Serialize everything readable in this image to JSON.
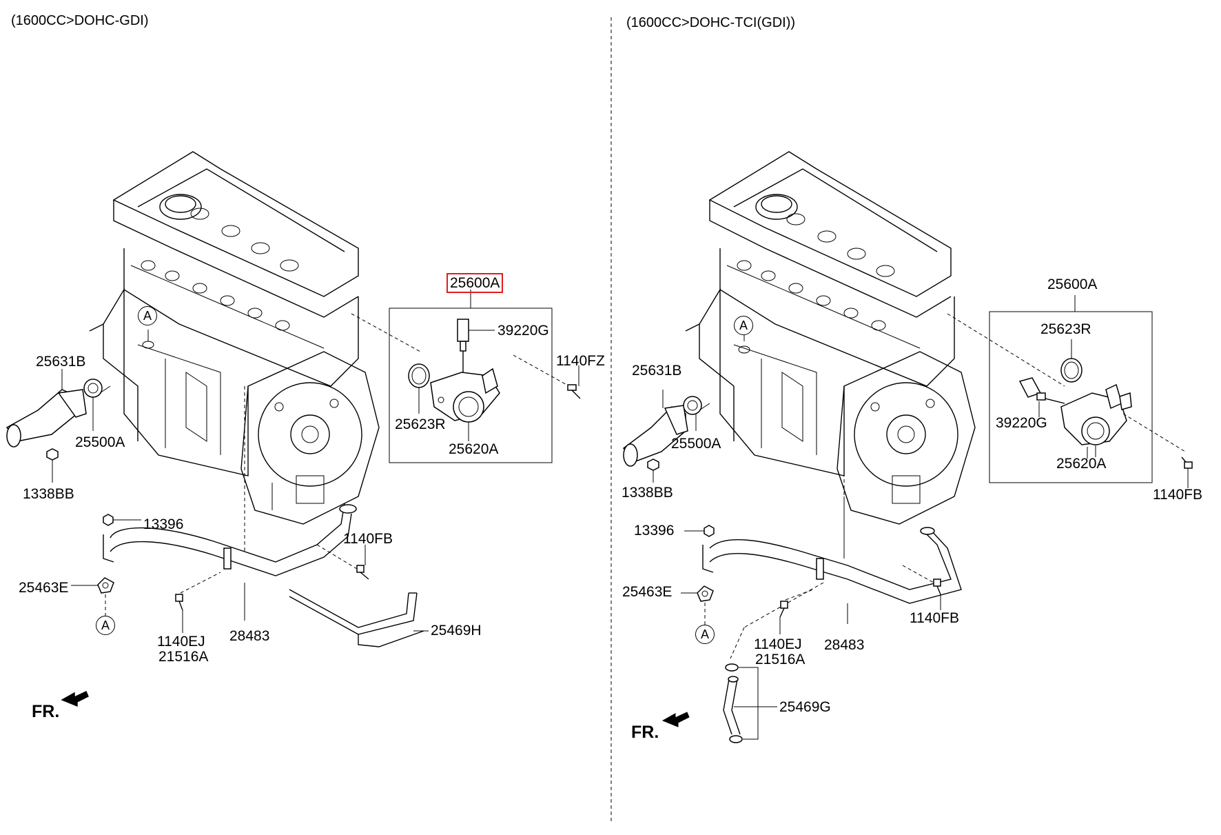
{
  "left_panel": {
    "header": "(1600CC>DOHC-GDI)",
    "labels": {
      "assy": "25600A",
      "sensor": "39220G",
      "bolt_top": "1140FZ",
      "inlet_fitting": "25631B",
      "thermostat": "25500A",
      "oring": "25623R",
      "housing": "25620A",
      "nut": "1338BB",
      "nut2": "13396",
      "bolt_pipe": "1140FB",
      "gasket": "25463E",
      "bolt_ej": "1140EJ",
      "stud": "21516A",
      "pipe": "28483",
      "hose": "25469H",
      "ref_a": "A",
      "ref_a2": "A",
      "fr": "FR."
    }
  },
  "right_panel": {
    "header": "(1600CC>DOHC-TCI(GDI))",
    "labels": {
      "assy": "25600A",
      "oring": "25623R",
      "sensor": "39220G",
      "housing": "25620A",
      "bolt_top": "1140FB",
      "inlet_fitting": "25631B",
      "thermostat": "25500A",
      "nut": "1338BB",
      "nut2": "13396",
      "gasket": "25463E",
      "bolt_pipe": "1140FB",
      "bolt_ej": "1140EJ",
      "stud": "21516A",
      "pipe": "28483",
      "hose": "25469G",
      "ref_a": "A",
      "ref_a2": "A",
      "fr": "FR."
    }
  },
  "highlight_color": "#e31b1b"
}
